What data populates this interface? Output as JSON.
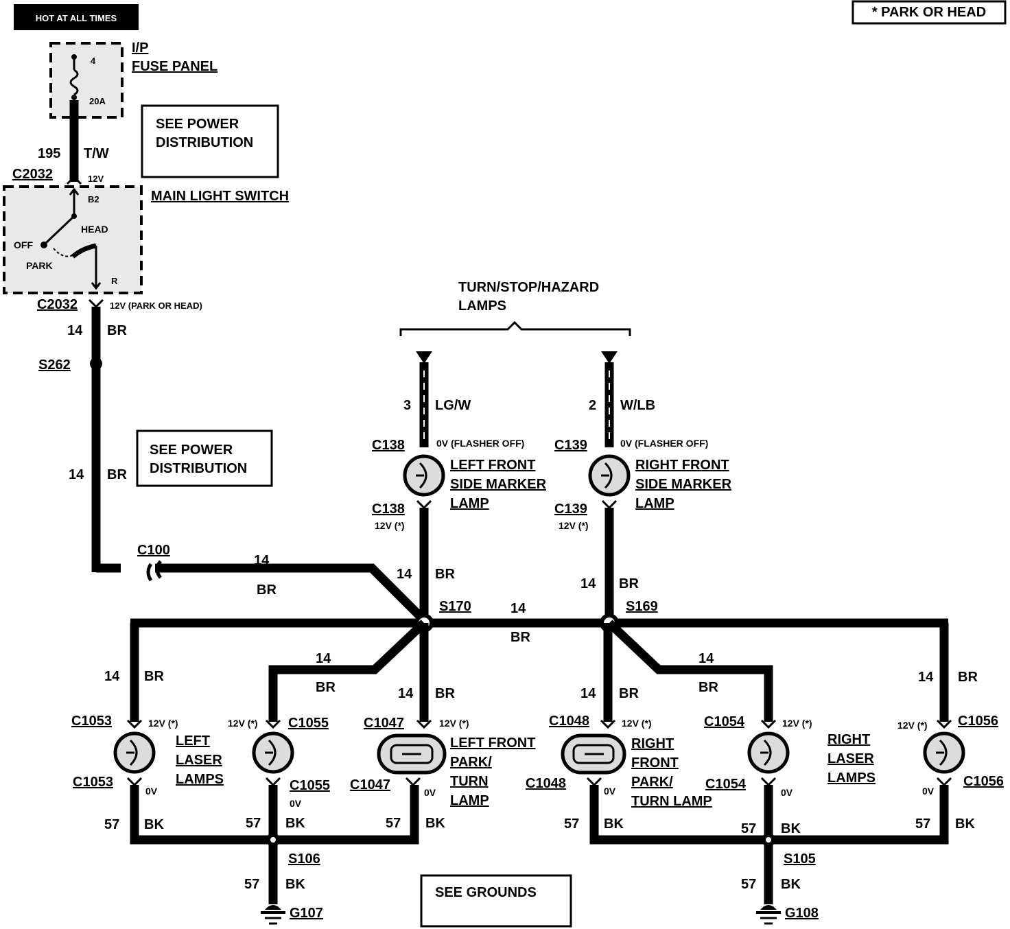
{
  "header": {
    "hot_at_all_times": "HOT AT ALL TIMES",
    "legend": "* PARK OR HEAD"
  },
  "fuse_panel": {
    "title_line1": "I/P",
    "title_line2": "FUSE PANEL",
    "fuse_number": "4",
    "fuse_rating": "20A"
  },
  "power_distribution_refs": [
    {
      "line1": "SEE POWER",
      "line2": "DISTRIBUTION"
    },
    {
      "line1": "SEE POWER",
      "line2": "DISTRIBUTION"
    }
  ],
  "main_switch": {
    "title": "MAIN LIGHT SWITCH",
    "connector_top": "C2032",
    "connector_bottom": "C2032",
    "pin_b2": "B2",
    "pin_r": "R",
    "pos_off": "OFF",
    "pos_head": "HEAD",
    "pos_park": "PARK",
    "volt_in": "12V",
    "volt_out": "12V (PARK OR HEAD)"
  },
  "feed_wire": {
    "circuit": "195",
    "color": "T/W"
  },
  "br_wire": {
    "gauge": "14",
    "color": "BR"
  },
  "splice_s262": "S262",
  "connector_c100": "C100",
  "turn_group": {
    "line1": "TURN/STOP/HAZARD",
    "line2": "LAMPS"
  },
  "turn_wires": [
    {
      "circuit": "3",
      "color": "LG/W",
      "connector": "C138",
      "volt": "0V (FLASHER OFF)"
    },
    {
      "circuit": "2",
      "color": "W/LB",
      "connector": "C139",
      "volt": "0V (FLASHER OFF)"
    }
  ],
  "side_markers": [
    {
      "line1": "LEFT FRONT",
      "line2": "SIDE MARKER",
      "line3": "LAMP",
      "connector": "C138",
      "volt": "12V (*)"
    },
    {
      "line1": "RIGHT FRONT",
      "line2": "SIDE MARKER",
      "line3": "LAMP",
      "connector": "C139",
      "volt": "12V (*)"
    }
  ],
  "splices": {
    "s170": "S170",
    "s169": "S169",
    "s106": "S106",
    "s105": "S105"
  },
  "lamps": [
    {
      "connector": "C1053",
      "volt_top": "12V (*)",
      "volt_bottom": "0V"
    },
    {
      "connector": "C1055",
      "volt_top": "12V (*)",
      "volt_bottom": "0V"
    },
    {
      "connector": "C1047",
      "volt_top": "12V (*)",
      "volt_bottom": "0V"
    },
    {
      "connector": "C1048",
      "volt_top": "12V (*)",
      "volt_bottom": "0V"
    },
    {
      "connector": "C1054",
      "volt_top": "12V (*)",
      "volt_bottom": "0V"
    },
    {
      "connector": "C1056",
      "volt_top": "12V (*)",
      "volt_bottom": "0V"
    }
  ],
  "lamp_labels": {
    "left_laser": [
      "LEFT",
      "LASER",
      "LAMPS"
    ],
    "left_park": [
      "LEFT FRONT",
      "PARK/",
      "TURN",
      "LAMP"
    ],
    "right_park": [
      "RIGHT",
      "FRONT",
      "PARK/",
      "TURN LAMP"
    ],
    "right_laser": [
      "RIGHT",
      "LASER",
      "LAMPS"
    ]
  },
  "ground_wire": {
    "circuit": "57",
    "color": "BK"
  },
  "grounds": {
    "g107": "G107",
    "g108": "G108",
    "ref": "SEE GROUNDS"
  }
}
